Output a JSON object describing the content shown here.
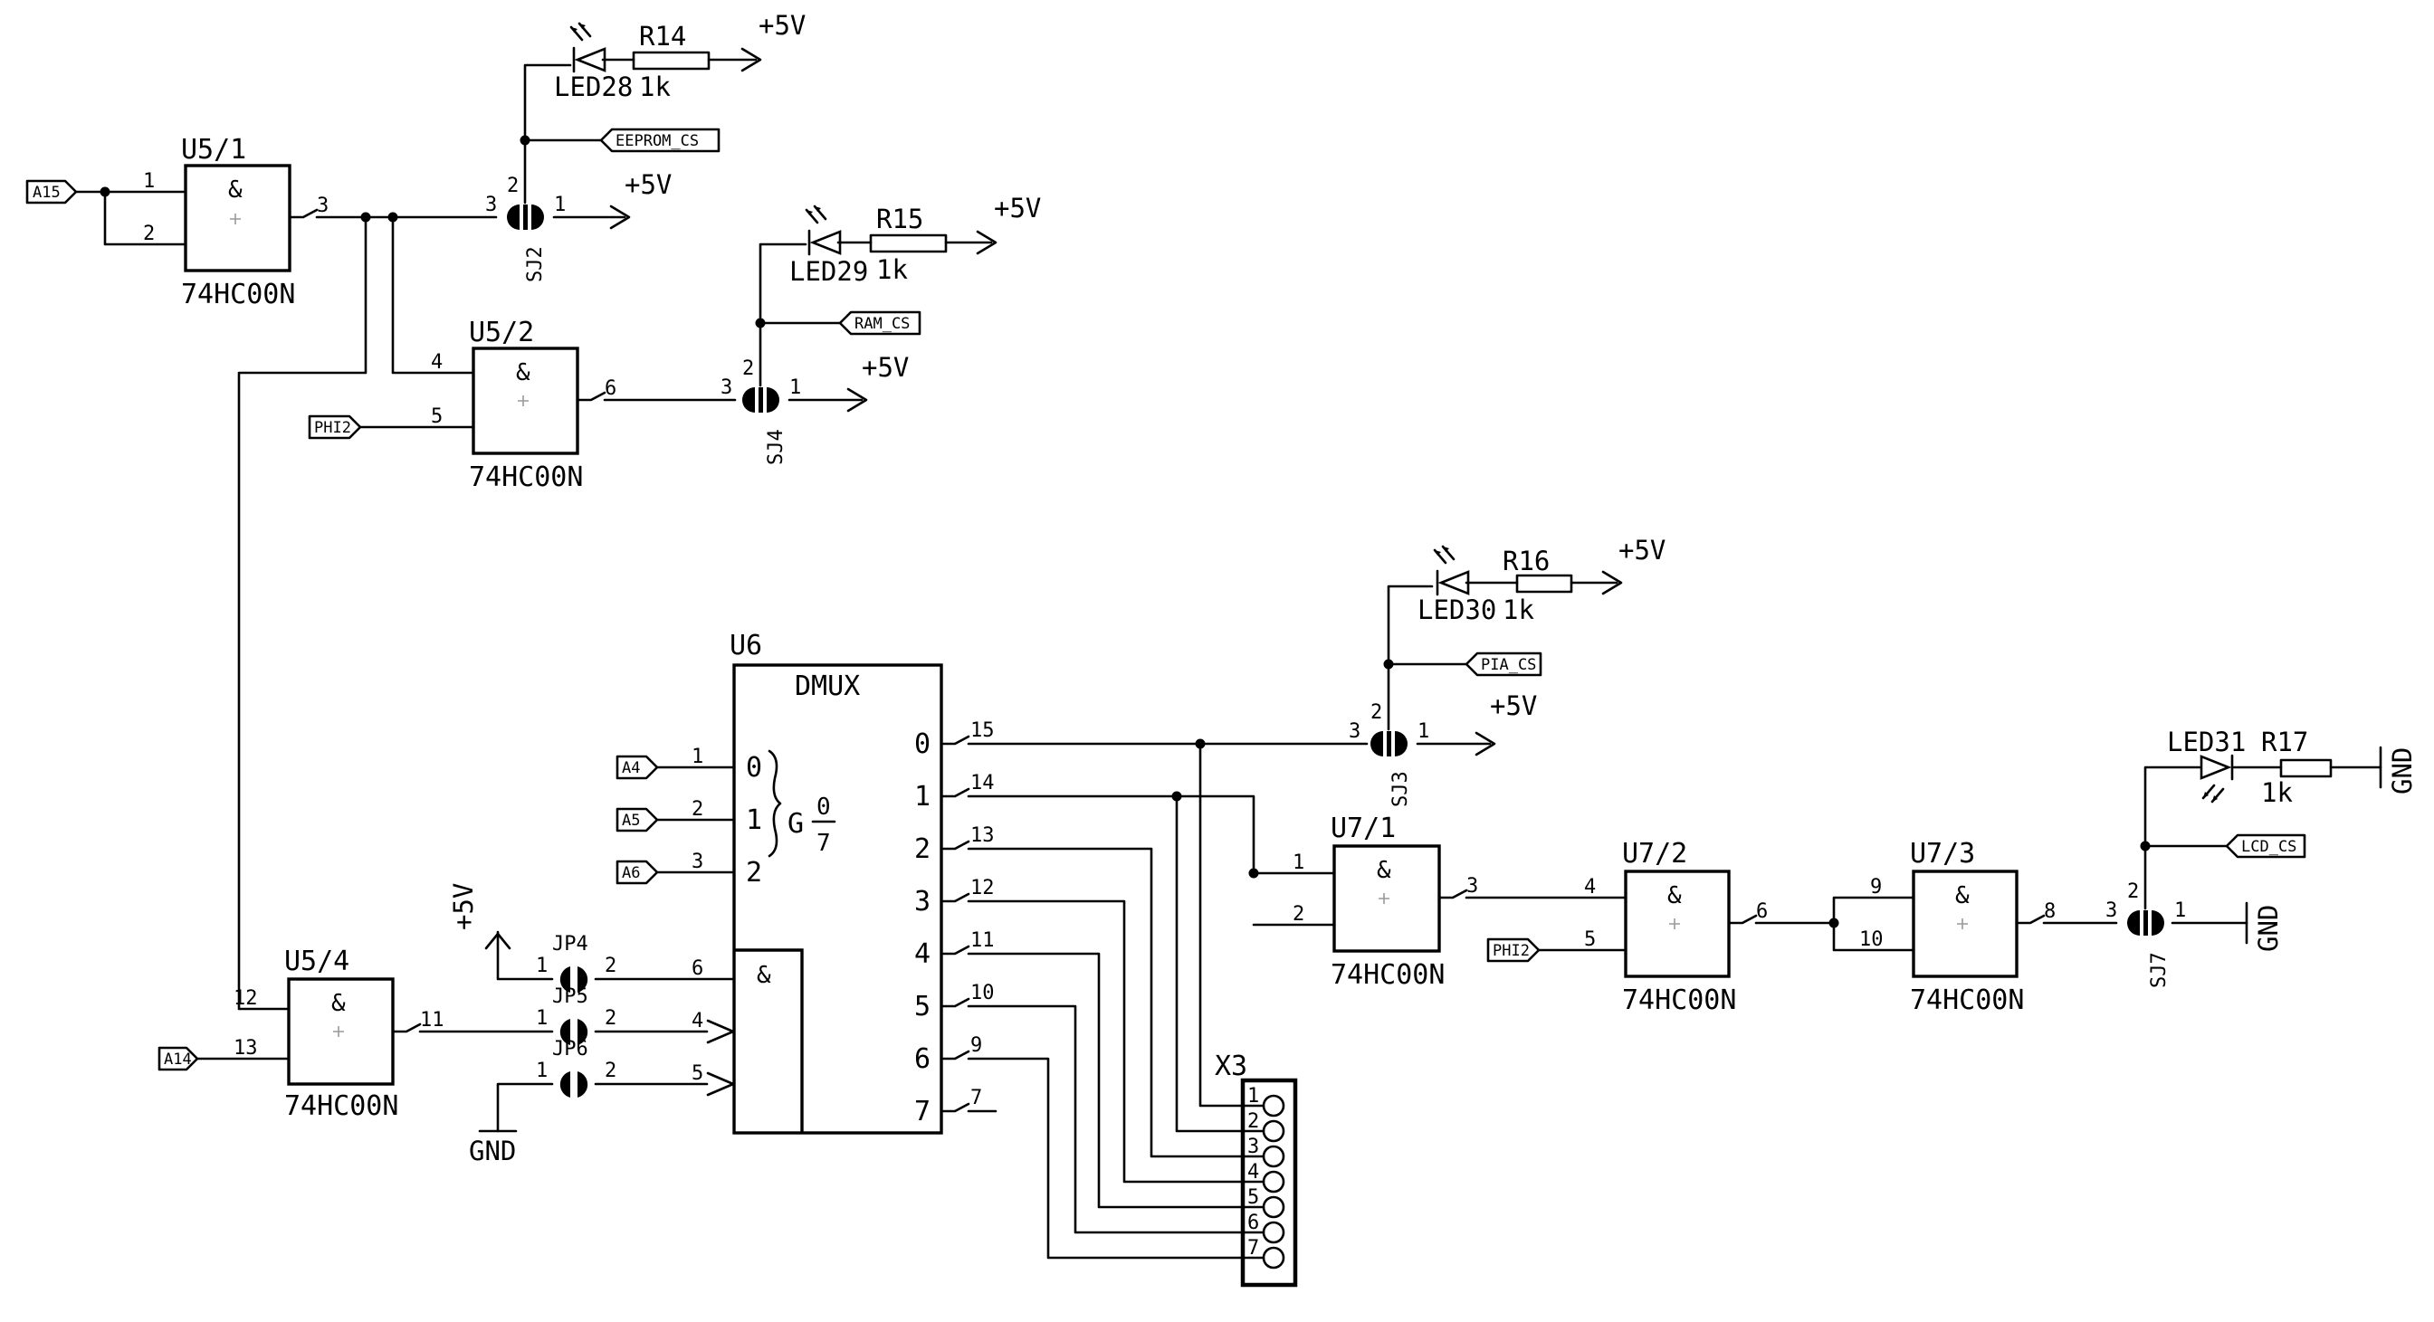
{
  "gates": {
    "u5_1": {
      "ref": "U5/1",
      "part": "74HC00N",
      "symbol": "&",
      "pin_in_a": "1",
      "pin_in_b": "2",
      "pin_out": "3"
    },
    "u5_2": {
      "ref": "U5/2",
      "part": "74HC00N",
      "symbol": "&",
      "pin_in_a": "4",
      "pin_in_b": "5",
      "pin_out": "6"
    },
    "u5_4": {
      "ref": "U5/4",
      "part": "74HC00N",
      "symbol": "&",
      "pin_in_a": "12",
      "pin_in_b": "13",
      "pin_out": "11"
    },
    "u7_1": {
      "ref": "U7/1",
      "part": "74HC00N",
      "symbol": "&",
      "pin_in_a": "1",
      "pin_in_b": "2",
      "pin_out": "3"
    },
    "u7_2": {
      "ref": "U7/2",
      "part": "74HC00N",
      "symbol": "&",
      "pin_in_a": "4",
      "pin_in_b": "5",
      "pin_out": "6"
    },
    "u7_3": {
      "ref": "U7/3",
      "part": "74HC00N",
      "symbol": "&",
      "pin_in_a": "9",
      "pin_in_b": "10",
      "pin_out": "8"
    }
  },
  "ports": {
    "a15": "A15",
    "a14": "A14",
    "phi2_a": "PHI2",
    "phi2_b": "PHI2",
    "a4": "A4",
    "a5": "A5",
    "a6": "A6",
    "eeprom_cs": "EEPROM_CS",
    "ram_cs": "RAM_CS",
    "pia_cs": "PIA_CS",
    "lcd_cs": "LCD_CS"
  },
  "leds": {
    "led28": "LED28",
    "led29": "LED29",
    "led30": "LED30",
    "led31": "LED31"
  },
  "resistors": {
    "r14": {
      "ref": "R14",
      "value": "1k"
    },
    "r15": {
      "ref": "R15",
      "value": "1k"
    },
    "r16": {
      "ref": "R16",
      "value": "1k"
    },
    "r17": {
      "ref": "R17",
      "value": "1k"
    }
  },
  "jumpers": {
    "sj2": {
      "ref": "SJ2",
      "p1": "1",
      "p2": "2",
      "p3": "3"
    },
    "sj4": {
      "ref": "SJ4",
      "p1": "1",
      "p2": "2",
      "p3": "3"
    },
    "sj3": {
      "ref": "SJ3",
      "p1": "1",
      "p2": "2",
      "p3": "3"
    },
    "sj7": {
      "ref": "SJ7",
      "p1": "1",
      "p2": "2",
      "p3": "3"
    },
    "jp4": {
      "ref": "JP4",
      "p1": "1",
      "p2": "2"
    },
    "jp5": {
      "ref": "JP5",
      "p1": "1",
      "p2": "2"
    },
    "jp6": {
      "ref": "JP6",
      "p1": "1",
      "p2": "2"
    }
  },
  "power": {
    "vcc": "+5V",
    "gnd": "GND"
  },
  "demux": {
    "ref": "U6",
    "type": "DMUX",
    "g_label": "G",
    "g_num": "0",
    "g_den": "7",
    "sel_labels": [
      "0",
      "1",
      "2"
    ],
    "sel_pins": [
      "1",
      "2",
      "3"
    ],
    "en_symbol": "&",
    "en_pins": [
      "6",
      "4",
      "5"
    ],
    "out_labels": [
      "0",
      "1",
      "2",
      "3",
      "4",
      "5",
      "6",
      "7"
    ],
    "out_pins": [
      "15",
      "14",
      "13",
      "12",
      "11",
      "10",
      "9",
      "7"
    ]
  },
  "connector": {
    "ref": "X3",
    "pins": [
      "1",
      "2",
      "3",
      "4",
      "5",
      "6",
      "7"
    ]
  }
}
